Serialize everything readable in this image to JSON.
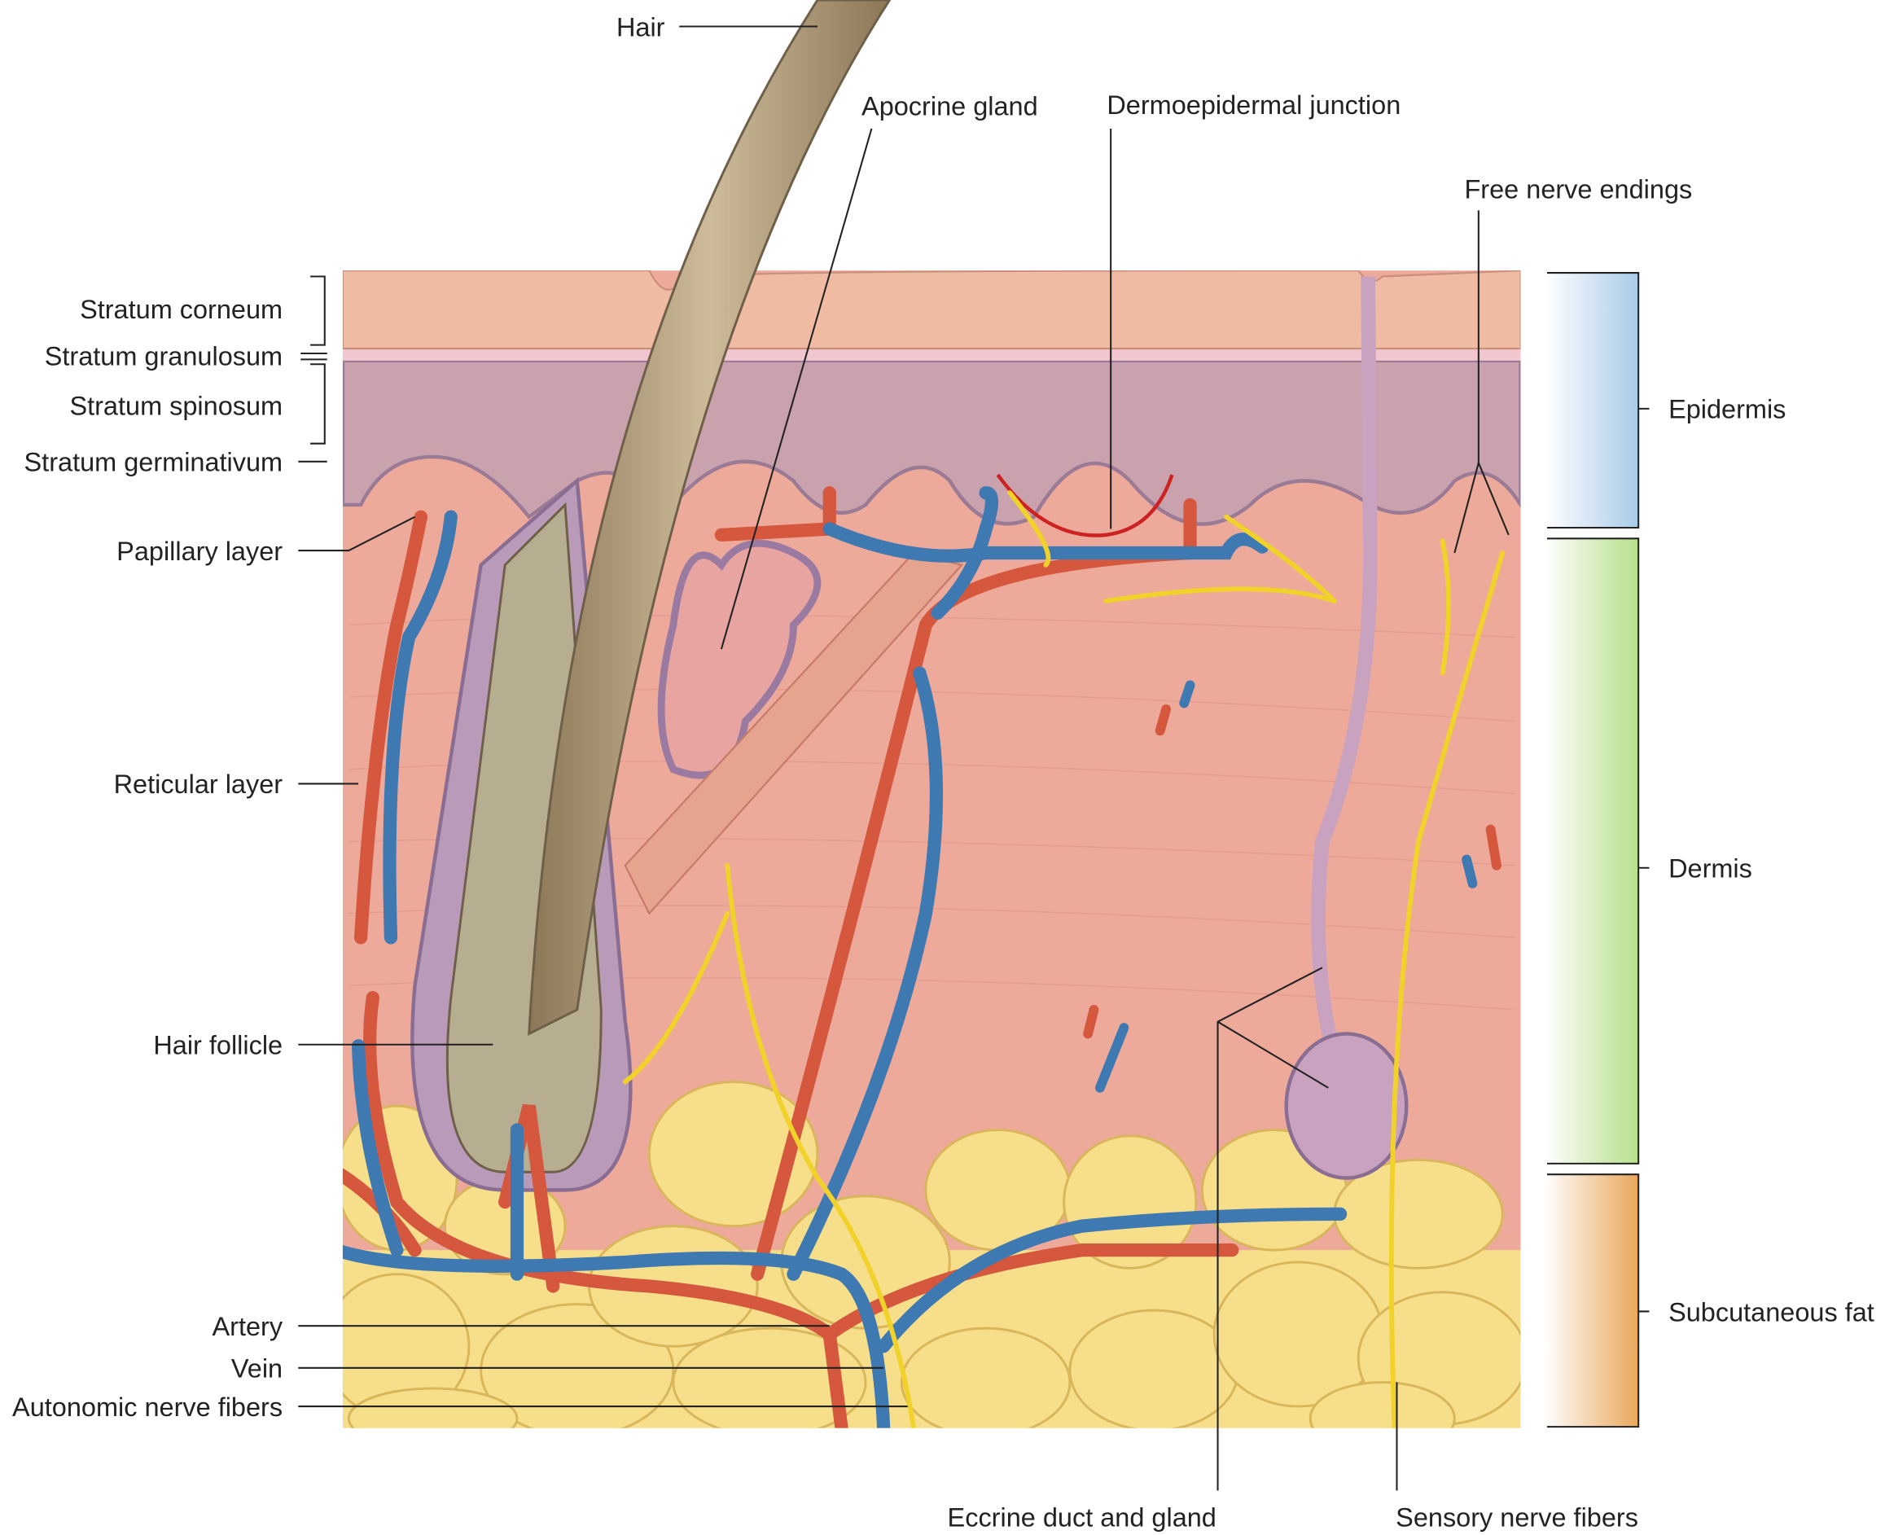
{
  "title": "Skin cross-section",
  "top_labels": {
    "hair": "Hair",
    "apocrine_gland": "Apocrine gland",
    "dermoepidermal_junction": "Dermoepidermal junction",
    "free_nerve_endings": "Free nerve endings"
  },
  "left_labels": {
    "stratum_corneum": "Stratum corneum",
    "stratum_granulosum": "Stratum granulosum",
    "stratum_spinosum": "Stratum spinosum",
    "stratum_germinativum": "Stratum germinativum",
    "papillary_layer": "Papillary layer",
    "reticular_layer": "Reticular layer",
    "hair_follicle": "Hair follicle",
    "artery": "Artery",
    "vein": "Vein",
    "autonomic_nerve_fibers": "Autonomic nerve fibers"
  },
  "right_labels": {
    "epidermis": "Epidermis",
    "dermis": "Dermis",
    "subcutaneous_fat": "Subcutaneous fat"
  },
  "bottom_labels": {
    "eccrine_duct_and_gland": "Eccrine duct and gland",
    "sensory_nerve_fibers": "Sensory nerve fibers"
  },
  "colors": {
    "stratum_corneum": "#efbca3",
    "epidermis_spinosum": "#c9a2ad",
    "dermis": "#eda99a",
    "fat": "#f6de8a",
    "artery": "#d4573e",
    "vein": "#3f79b2",
    "nerve": "#f0d22a",
    "hair": "#a89272"
  }
}
